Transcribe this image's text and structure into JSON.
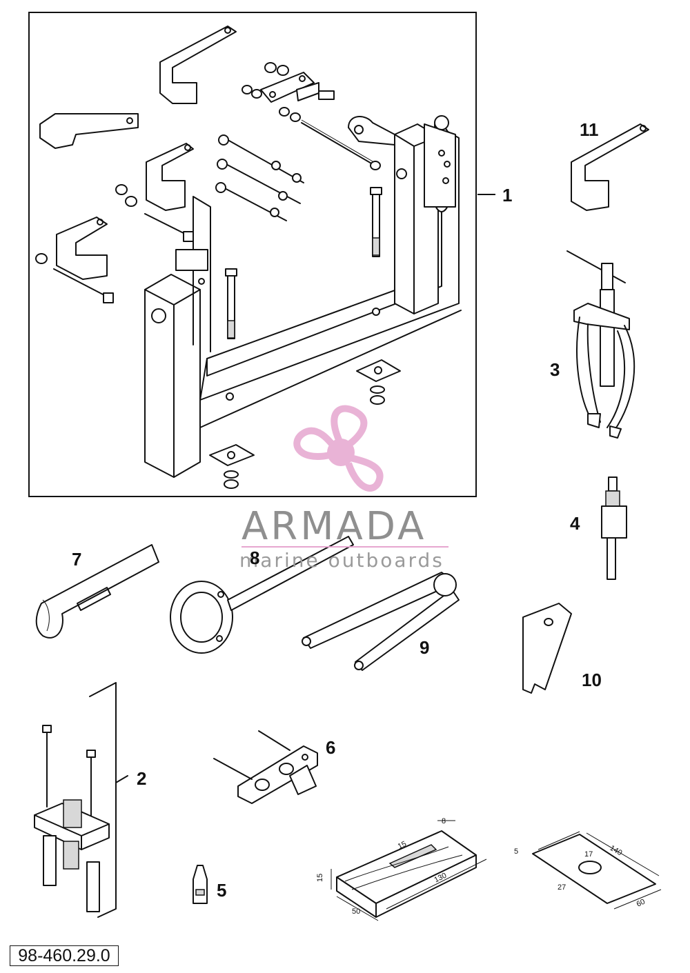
{
  "document_number": "98-460.29.0",
  "watermark": {
    "brand": "ARMADA",
    "tagline": "marine outboards",
    "logo_color": "#e6a6cf"
  },
  "parts": [
    {
      "number": "1"
    },
    {
      "number": "2"
    },
    {
      "number": "3"
    },
    {
      "number": "4"
    },
    {
      "number": "5"
    },
    {
      "number": "6"
    },
    {
      "number": "7"
    },
    {
      "number": "8"
    },
    {
      "number": "9"
    },
    {
      "number": "10"
    },
    {
      "number": "11"
    }
  ],
  "wood_block_dimensions": {
    "width": "50",
    "height": "15",
    "length": "130",
    "slot_width": "15",
    "slot_depth": "8"
  },
  "plate_dimensions": {
    "thickness": "5",
    "hole": "17",
    "length": "140",
    "offset": "27",
    "width": "60"
  }
}
